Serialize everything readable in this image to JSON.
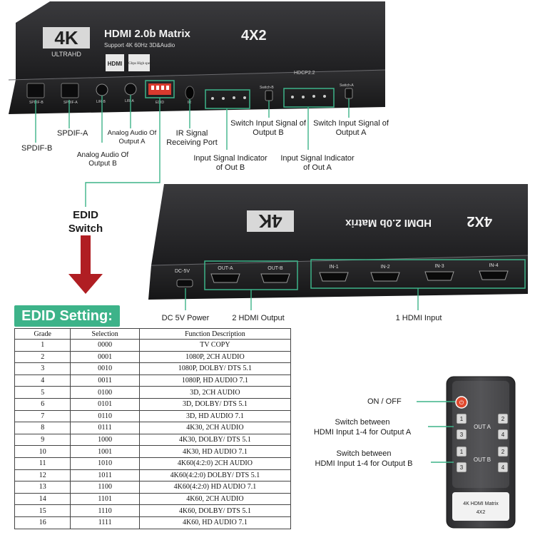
{
  "device_front": {
    "badge_4k": "4K",
    "badge_ultrahd": "ULTRAHD",
    "model": "HDMI 2.0b Matrix",
    "size": "4X2",
    "support": "Support 4K 60Hz 3D&Audio",
    "hdcp": "HDCP2.2",
    "hdmi_logo": "HDMI",
    "speed_text": "18Gbps High speed",
    "ports": [
      "SPDIF-B",
      "SPDIF-A",
      "L/R-B",
      "L/R-A",
      "EDID",
      "IR"
    ],
    "switch_b_label": "Switch-B",
    "switch_a_label": "Switch-A"
  },
  "device_back": {
    "dc_label": "DC-5V",
    "outputs": [
      "OUT-A",
      "OUT-B"
    ],
    "inputs": [
      "IN-1",
      "IN-2",
      "IN-3",
      "IN-4"
    ]
  },
  "callouts": {
    "spdif_b": "SPDIF-B",
    "spdif_a": "SPDIF-A",
    "analog_a": "Analog Audio Of Output A",
    "analog_b": "Analog Audio Of Output B",
    "ir": "IR Signal Receiving Port",
    "switch_b": "Switch Input Signal of Output B",
    "switch_a": "Switch Input Signal of Output A",
    "indicator_b": "Input Signal Indicator of Out B",
    "indicator_a": "Input Signal Indicator of Out A",
    "edid_switch": "EDID Switch",
    "dc": "DC 5V Power",
    "hdmi_out": "2 HDMI Output",
    "hdmi_in": "1 HDMI Input"
  },
  "edid": {
    "title": "EDID Setting:",
    "headers": [
      "Grade",
      "Selection",
      "Function Description"
    ],
    "rows": [
      [
        "1",
        "0000",
        "TV COPY"
      ],
      [
        "2",
        "0001",
        "1080P, 2CH AUDIO"
      ],
      [
        "3",
        "0010",
        "1080P, DOLBY/ DTS 5.1"
      ],
      [
        "4",
        "0011",
        "1080P, HD AUDIO 7.1"
      ],
      [
        "5",
        "0100",
        "3D, 2CH AUDIO"
      ],
      [
        "6",
        "0101",
        "3D, DOLBY/ DTS 5.1"
      ],
      [
        "7",
        "0110",
        "3D, HD AUDIO 7.1"
      ],
      [
        "8",
        "0111",
        "4K30, 2CH AUDIO"
      ],
      [
        "9",
        "1000",
        "4K30, DOLBY/ DTS 5.1"
      ],
      [
        "10",
        "1001",
        "4K30, HD AUDIO 7.1"
      ],
      [
        "11",
        "1010",
        "4K60(4:2:0) 2CH AUDIO"
      ],
      [
        "12",
        "1011",
        "4K60(4:2:0) DOLBY/ DTS 5.1"
      ],
      [
        "13",
        "1100",
        "4K60(4:2:0) HD AUDIO 7.1"
      ],
      [
        "14",
        "1101",
        "4K60, 2CH AUDIO"
      ],
      [
        "15",
        "1110",
        "4K60, DOLBY/ DTS 5.1"
      ],
      [
        "16",
        "1111",
        "4K60, HD AUDIO 7.1"
      ]
    ]
  },
  "remote": {
    "on_off": "ON / OFF",
    "switch_a_line1": "Switch between",
    "switch_a_line2": "HDMI Input 1-4 for Output A",
    "switch_b_line1": "Switch between",
    "switch_b_line2": "HDMI Input 1-4 for Output B",
    "group_a": "OUT A",
    "group_b": "OUT B",
    "keys": [
      "1",
      "2",
      "3",
      "4"
    ],
    "footer_line1": "4K HDMI Matrix",
    "footer_line2": "4X2"
  },
  "colors": {
    "accent": "#3db389",
    "arrow": "#b01e23",
    "device": "#2a2a2c",
    "power": "#e04a2f"
  }
}
